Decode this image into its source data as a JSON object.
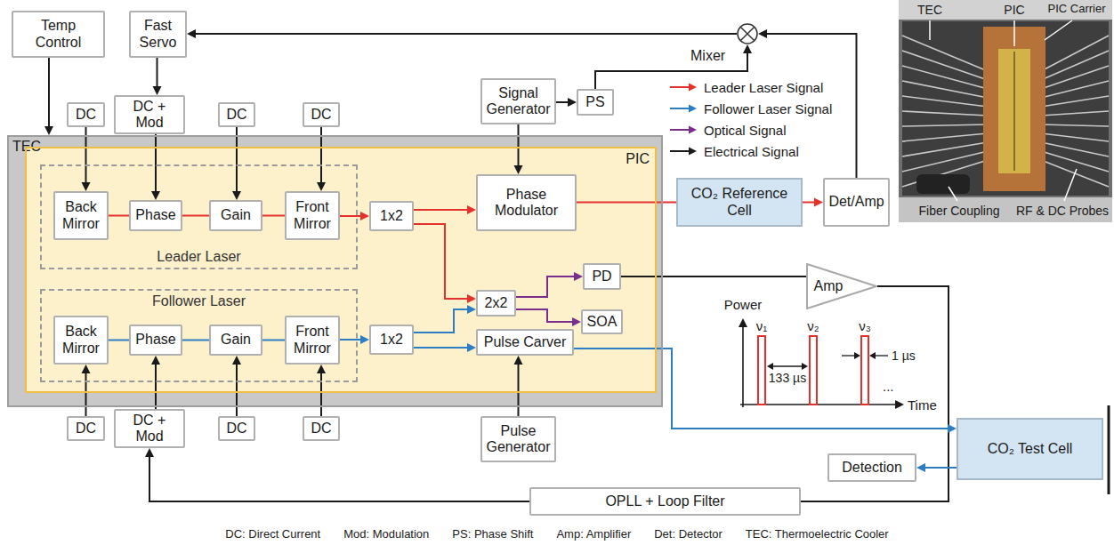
{
  "diagram": {
    "nodes": [
      {
        "text": [
          "Temp Control"
        ]
      },
      {
        "text": [
          "Fast Servo"
        ]
      },
      {
        "text": [
          "Mixer"
        ]
      },
      {
        "text": [
          "DC"
        ]
      },
      {
        "text": [
          "DC + Mod"
        ]
      },
      {
        "text": [
          "DC"
        ]
      },
      {
        "text": [
          "DC"
        ]
      },
      {
        "text": [
          "Signal Generator"
        ]
      },
      {
        "text": [
          "PS"
        ]
      },
      {
        "text": [
          "TEC"
        ]
      },
      {
        "text": [
          "PIC"
        ],
        "in": 9
      },
      {
        "text": [
          "Leader Laser"
        ],
        "in": 10
      },
      {
        "text": [
          "Back Mirror"
        ],
        "in": 11
      },
      {
        "text": [
          "Phase"
        ],
        "in": 11
      },
      {
        "text": [
          "Gain"
        ],
        "in": 11
      },
      {
        "text": [
          "Front Mirror"
        ],
        "in": 11
      },
      {
        "text": [
          "1x2"
        ],
        "in": 10
      },
      {
        "text": [
          "Phase Modulator"
        ],
        "in": 10
      },
      {
        "text": [
          "PD"
        ],
        "in": 10
      },
      {
        "text": [
          "2x2"
        ],
        "in": 10
      },
      {
        "text": [
          "SOA"
        ],
        "in": 10
      },
      {
        "text": [
          "Follower Laser"
        ],
        "in": 10
      },
      {
        "text": [
          "Back Mirror"
        ],
        "in": 21
      },
      {
        "text": [
          "Phase"
        ],
        "in": 21
      },
      {
        "text": [
          "Gain"
        ],
        "in": 21
      },
      {
        "text": [
          "Front Mirror"
        ],
        "in": 21
      },
      {
        "text": [
          "1x2"
        ],
        "in": 10
      },
      {
        "text": [
          "Pulse Carver"
        ],
        "in": 10
      },
      {
        "text": [
          "CO₂ Reference Cell"
        ]
      },
      {
        "text": [
          "Det/Amp"
        ]
      },
      {
        "text": [
          "Amp"
        ]
      },
      {
        "text": [
          "DC"
        ]
      },
      {
        "text": [
          "DC + Mod"
        ]
      },
      {
        "text": [
          "DC"
        ]
      },
      {
        "text": [
          "DC"
        ]
      },
      {
        "text": [
          "Pulse Generator"
        ]
      },
      {
        "text": [
          "CO₂ Test Cell"
        ]
      },
      {
        "text": [
          "Detection"
        ]
      },
      {
        "text": [
          "OPLL + Loop Filter"
        ]
      }
    ],
    "edges": [
      {
        "from": 0,
        "to": 9,
        "arrow": "to"
      },
      {
        "from": 1,
        "to": 4,
        "arrow": "to"
      },
      {
        "from": 2,
        "to": 1,
        "arrow": "to"
      },
      {
        "from": 29,
        "to": 2,
        "arrow": "to"
      },
      {
        "from": 8,
        "to": 2,
        "arrow": "to"
      },
      {
        "from": 7,
        "to": 8,
        "arrow": "to"
      },
      {
        "from": 7,
        "to": 17,
        "arrow": "to"
      },
      {
        "from": 3,
        "to": 12,
        "arrow": "to"
      },
      {
        "from": 4,
        "to": 13,
        "arrow": "to"
      },
      {
        "from": 5,
        "to": 14,
        "arrow": "to"
      },
      {
        "from": 6,
        "to": 15,
        "arrow": "to"
      },
      {
        "from": 12,
        "to": 13,
        "arrow": "none"
      },
      {
        "from": 13,
        "to": 14,
        "arrow": "none"
      },
      {
        "from": 14,
        "to": 15,
        "arrow": "none"
      },
      {
        "from": 15,
        "to": 16,
        "arrow": "to"
      },
      {
        "from": 16,
        "to": 17,
        "arrow": "to"
      },
      {
        "from": 16,
        "to": 19,
        "arrow": "to"
      },
      {
        "from": 17,
        "to": 28,
        "arrow": "none"
      },
      {
        "from": 28,
        "to": 29,
        "arrow": "to"
      },
      {
        "from": 19,
        "to": 18,
        "arrow": "to"
      },
      {
        "from": 19,
        "to": 20,
        "arrow": "to"
      },
      {
        "from": 18,
        "to": 30,
        "arrow": "none"
      },
      {
        "from": 30,
        "to": 38,
        "arrow": "none"
      },
      {
        "from": 38,
        "to": 32,
        "arrow": "to"
      },
      {
        "from": 31,
        "to": 22,
        "arrow": "to"
      },
      {
        "from": 32,
        "to": 23,
        "arrow": "to"
      },
      {
        "from": 33,
        "to": 24,
        "arrow": "to"
      },
      {
        "from": 34,
        "to": 25,
        "arrow": "to"
      },
      {
        "from": 22,
        "to": 23,
        "arrow": "none"
      },
      {
        "from": 23,
        "to": 24,
        "arrow": "none"
      },
      {
        "from": 24,
        "to": 25,
        "arrow": "none"
      },
      {
        "from": 25,
        "to": 26,
        "arrow": "to"
      },
      {
        "from": 26,
        "to": 19,
        "arrow": "to"
      },
      {
        "from": 26,
        "to": 27,
        "arrow": "to"
      },
      {
        "from": 35,
        "to": 27,
        "arrow": "to"
      },
      {
        "from": 27,
        "to": 36,
        "arrow": "to"
      },
      {
        "from": 36,
        "to": 37,
        "arrow": "to"
      }
    ],
    "labels": [
      "Power",
      "ν₁",
      "ν₂",
      "ν₃",
      "1 µs",
      "133 µs",
      "...",
      "Time",
      "TEC",
      "PIC",
      "PIC Carrier",
      "Fiber Coupling",
      "RF & DC Probes",
      "DC: Direct Current",
      "Mod: Modulation",
      "PS: Phase Shift",
      "Amp: Amplifier",
      "Det: Detector",
      "TEC: Thermoelectric Cooler"
    ],
    "legend": [
      {
        "text": "Leader Laser Signal"
      },
      {
        "text": "Follower Laser Signal"
      },
      {
        "text": "Optical Signal"
      },
      {
        "text": "Electrical Signal"
      }
    ]
  }
}
